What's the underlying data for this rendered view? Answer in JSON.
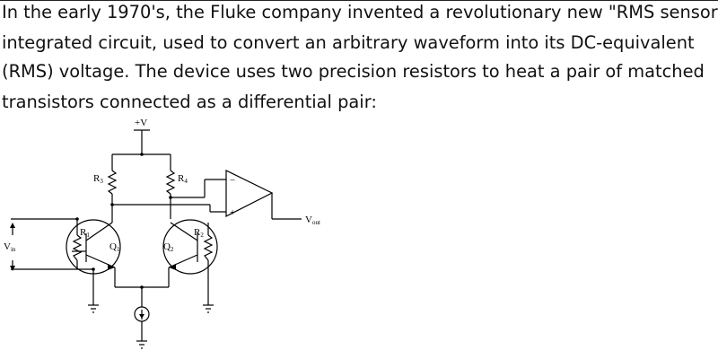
{
  "text": {
    "lines": [
      "In the early 1970's, the Fluke company invented a revolutionary new \"RMS sensor\"",
      "integrated circuit, used to convert an arbitrary waveform into its DC-equivalent",
      "(RMS) voltage. The device uses two precision resistors to heat a pair of matched",
      "transistors connected as a differential pair:"
    ]
  },
  "schematic": {
    "supply": "+V",
    "r3": {
      "main": "R",
      "sub": "3"
    },
    "r4": {
      "main": "R",
      "sub": "4"
    },
    "r1": {
      "main": "R",
      "sub": "1"
    },
    "r2": {
      "main": "R",
      "sub": "2"
    },
    "q1": {
      "main": "Q",
      "sub": "1"
    },
    "q2": {
      "main": "Q",
      "sub": "2"
    },
    "vin": {
      "main": "V",
      "sub": "in"
    },
    "vout": {
      "main": "V",
      "sub": "out"
    },
    "opamp_minus": "−",
    "opamp_plus": "+"
  }
}
